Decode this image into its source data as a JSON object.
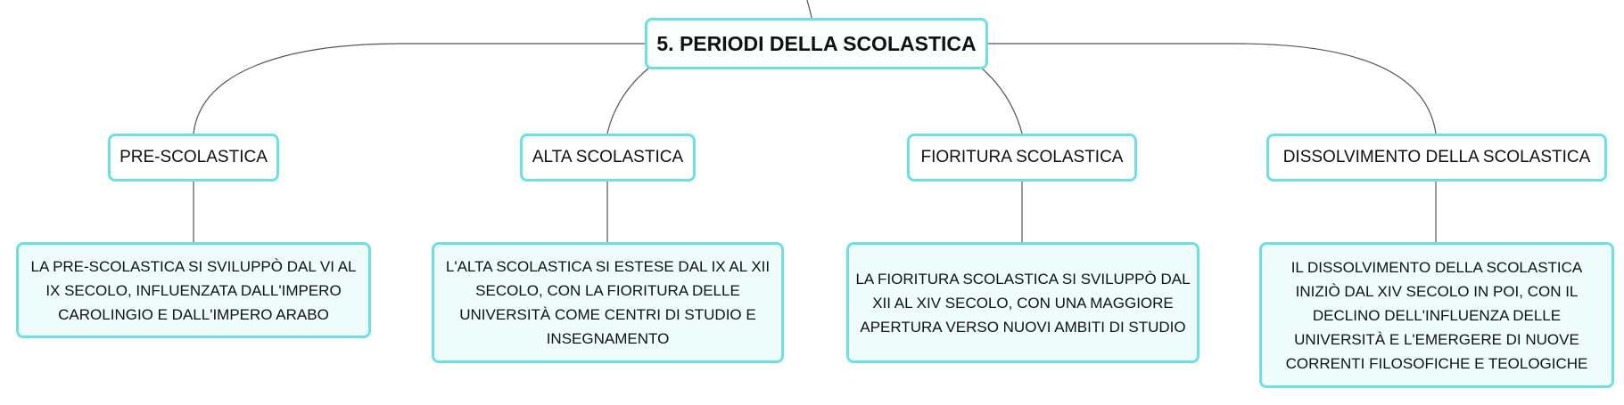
{
  "map": {
    "root": {
      "label": "5. PERIODI DELLA SCOLASTICA"
    },
    "branches": [
      {
        "label": "PRE-SCOLASTICA",
        "detail": "LA PRE-SCOLASTICA SI SVILUPPÒ DAL VI AL IX SECOLO, INFLUENZATA DALL'IMPERO CAROLINGIO E DALL'IMPERO ARABO"
      },
      {
        "label": "ALTA SCOLASTICA",
        "detail": "L'ALTA SCOLASTICA SI ESTESE DAL IX AL XII SECOLO, CON LA FIORITURA DELLE UNIVERSITÀ COME CENTRI DI STUDIO E INSEGNAMENTO"
      },
      {
        "label": "FIORITURA SCOLASTICA",
        "detail": "LA FIORITURA SCOLASTICA SI SVILUPPÒ DAL XII AL XIV SECOLO, CON UNA MAGGIORE APERTURA VERSO NUOVI AMBITI DI STUDIO"
      },
      {
        "label": "DISSOLVIMENTO DELLA SCOLASTICA",
        "detail": "IL DISSOLVIMENTO DELLA SCOLASTICA INIZIÒ DAL XIV SECOLO IN POI, CON IL DECLINO DELL'INFLUENZA DELLE UNIVERSITÀ E L'EMERGERE DI NUOVE CORRENTI FILOSOFICHE E TEOLOGICHE"
      }
    ]
  },
  "colors": {
    "node_border": "#6fe0e0",
    "leaf_fill": "#eefcfc",
    "connector": "#555555"
  }
}
